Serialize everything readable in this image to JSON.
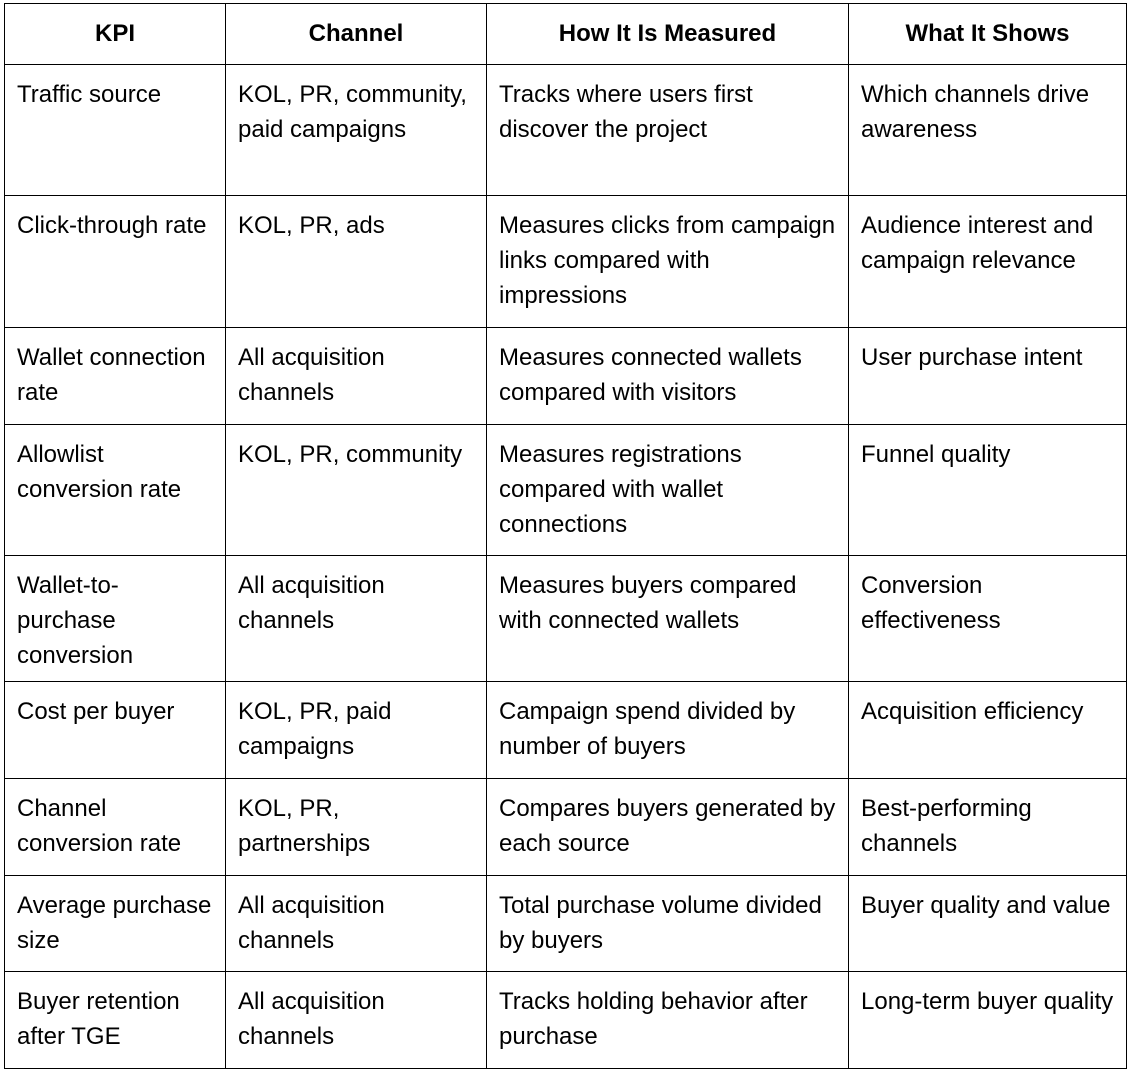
{
  "table": {
    "headers": {
      "kpi": "KPI",
      "channel": "Channel",
      "how_measured": "How It Is Measured",
      "what_shows": "What It Shows"
    },
    "rows": [
      {
        "kpi": "Traffic source",
        "channel": "KOL, PR, community, paid campaigns",
        "how_measured": "Tracks where users first discover the project",
        "what_shows": "Which channels drive awareness"
      },
      {
        "kpi": "Click-through rate",
        "channel": "KOL, PR, ads",
        "how_measured": "Measures clicks from campaign links compared with impressions",
        "what_shows": "Audience interest and campaign relevance"
      },
      {
        "kpi": "Wallet connection rate",
        "channel": "All acquisition channels",
        "how_measured": "Measures connected wallets compared with visitors",
        "what_shows": "User purchase intent"
      },
      {
        "kpi": "Allowlist conversion rate",
        "channel": "KOL, PR, community",
        "how_measured": "Measures registrations compared with wallet connections",
        "what_shows": "Funnel quality"
      },
      {
        "kpi": "Wallet-to-purchase conversion",
        "channel": "All acquisition channels",
        "how_measured": "Measures buyers compared with connected wallets",
        "what_shows": "Conversion effectiveness"
      },
      {
        "kpi": "Cost per buyer",
        "channel": "KOL, PR, paid campaigns",
        "how_measured": "Campaign spend divided by number of buyers",
        "what_shows": "Acquisition efficiency"
      },
      {
        "kpi": "Channel conversion rate",
        "channel": "KOL, PR, partnerships",
        "how_measured": "Compares buyers generated by each source",
        "what_shows": "Best-performing channels"
      },
      {
        "kpi": "Average purchase size",
        "channel": "All acquisition channels",
        "how_measured": "Total purchase volume divided by buyers",
        "what_shows": "Buyer quality and value"
      },
      {
        "kpi": "Buyer retention after TGE",
        "channel": "All acquisition channels",
        "how_measured": "Tracks holding behavior after purchase",
        "what_shows": "Long-term buyer quality"
      }
    ]
  }
}
